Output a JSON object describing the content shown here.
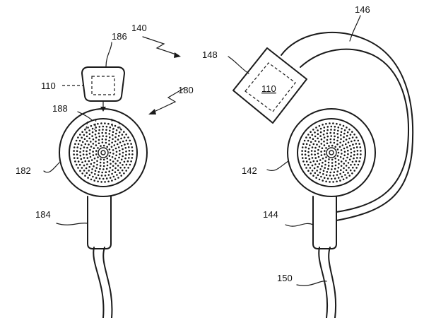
{
  "diagram": {
    "labels": {
      "l110a": "110",
      "l186": "186",
      "l188": "188",
      "l180": "180",
      "l182": "182",
      "l184": "184",
      "l140": "140",
      "l146": "146",
      "l148": "148",
      "l110b": "110",
      "l142": "142",
      "l144": "144",
      "l150": "150"
    },
    "colors": {
      "ink": "#1a1a1a",
      "background": "#ffffff"
    },
    "icons": [
      "earbud-left-icon",
      "earbud-right-icon",
      "removable-module-icon",
      "earhook-module-icon"
    ]
  }
}
